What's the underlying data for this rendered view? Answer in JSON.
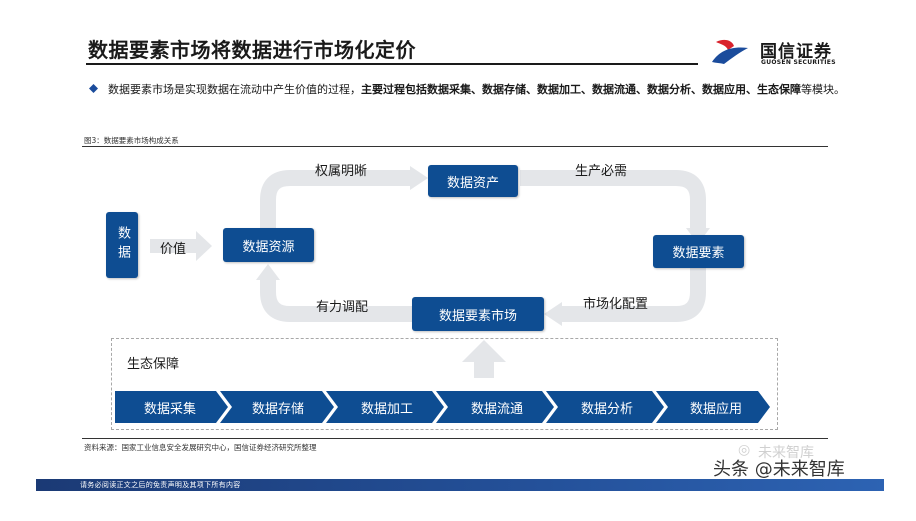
{
  "header": {
    "title": "数据要素市场将数据进行市场化定价",
    "logo_cn": "国信证券",
    "logo_en": "GUOSEN SECURITIES"
  },
  "bullet": {
    "part1": "数据要素市场是实现数据在流动中产生价值的过程，",
    "part2_bold": "主要过程包括数据采集、数据存储、数据加工、数据流通、数据分析、数据应用、生态保障",
    "part3": "等模块。"
  },
  "figure": {
    "caption": "图3：数据要素市场构成关系",
    "nodes": {
      "data": "数据",
      "resource": "数据资源",
      "asset": "数据资产",
      "element": "数据要素",
      "market": "数据要素市场"
    },
    "edge_labels": {
      "value": "价值",
      "ownership": "权属明晰",
      "production": "生产必需",
      "allocation": "市场化配置",
      "regulation": "有力调配"
    },
    "ecosystem": {
      "title": "生态保障",
      "steps": [
        "数据采集",
        "数据存储",
        "数据加工",
        "数据流通",
        "数据分析",
        "数据应用"
      ]
    }
  },
  "source": "资料来源：国家工业信息安全发展研究中心，国信证券经济研究所整理",
  "footer": "请务必阅读正文之后的免责声明及其项下所有内容",
  "watermark": {
    "small": "未来智库",
    "big": "头条 @未来智库"
  },
  "colors": {
    "node_blue": "#0e4d92",
    "flow_gray": "#e4e6e9",
    "logo_red": "#d9232d",
    "logo_blue": "#1b4c9c",
    "footer_blue": "#24519a"
  }
}
